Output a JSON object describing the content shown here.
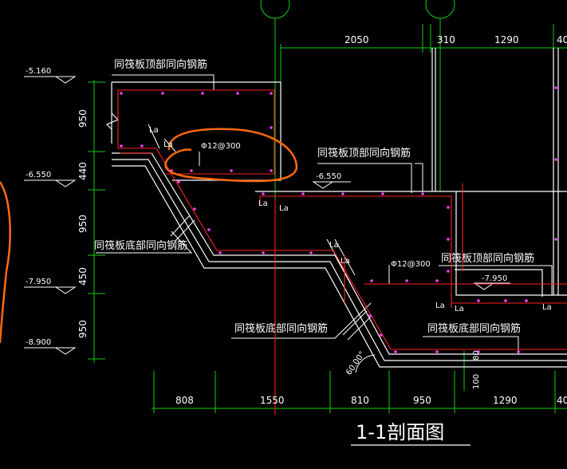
{
  "title": "1-1剖面图",
  "colors": {
    "background": "#000000",
    "structure": "#ffffff",
    "rebar": "#ff2020",
    "axis": "#10d010",
    "stirrup_dot": "#ff40ff",
    "highlight": "#ff6a10"
  },
  "labels": {
    "top_rebar": "同筏板顶部同向钢筋",
    "bottom_rebar": "同筏板底部同向钢筋",
    "stirrup": "Φ12@300",
    "anchor": "La",
    "angle": "60.00°"
  },
  "levels": [
    "-5.160",
    "-6.550",
    "-7.950",
    "-8.900"
  ],
  "sub_levels": [
    "-6.550",
    "-7.950"
  ],
  "top_dims": [
    "2050",
    "310",
    "1290",
    "40"
  ],
  "bottom_dims": [
    "808",
    "1550",
    "810",
    "950",
    "1290",
    "40"
  ],
  "left_dims": [
    "950",
    "440",
    "950",
    "450",
    "950"
  ],
  "inner_dims": [
    "80",
    "100"
  ]
}
